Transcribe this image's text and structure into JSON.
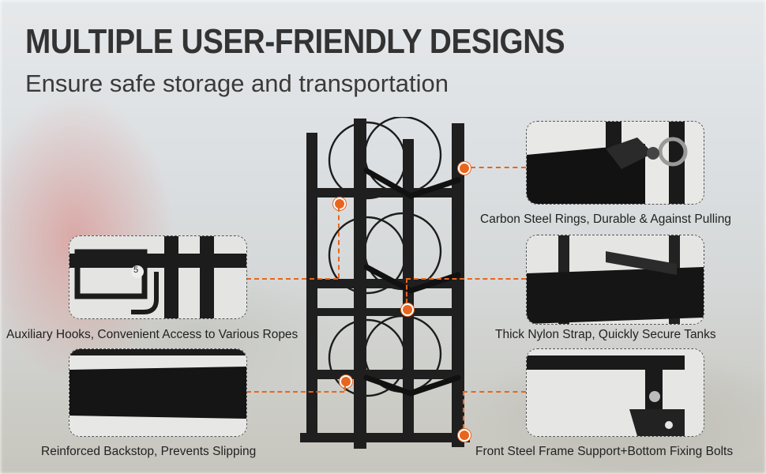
{
  "title": "MULTIPLE USER-FRIENDLY DESIGNS",
  "subtitle": "Ensure safe storage and transportation",
  "features": [
    {
      "caption": "Carbon Steel Rings, Durable & Against Pulling",
      "icon": "clamp-ring-closeup"
    },
    {
      "caption": "Thick Nylon Strap, Quickly Secure Tanks",
      "icon": "nylon-strap-closeup"
    },
    {
      "caption": "Front Steel Frame Support+Bottom Fixing Bolts",
      "icon": "bolt-plate-closeup"
    },
    {
      "caption": "Auxiliary Hooks, Convenient Access to Various Ropes",
      "icon": "hook-closeup",
      "hook_number": "5"
    },
    {
      "caption": "Reinforced Backstop, Prevents Slipping",
      "icon": "backstop-closeup"
    }
  ],
  "colors": {
    "accent": "#e8651e",
    "frame": "#1c1c1c",
    "title": "#333333"
  }
}
